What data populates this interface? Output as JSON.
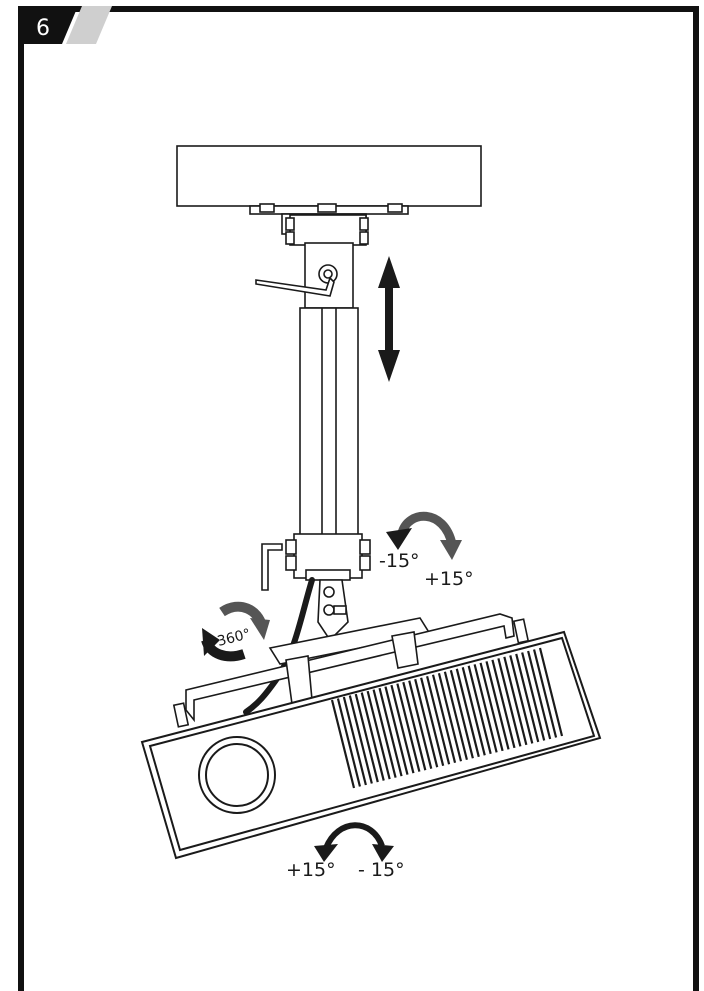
{
  "page": {
    "step_number": "6"
  },
  "labels": {
    "tilt_minus": "-15°",
    "tilt_plus": "+15°",
    "rotate_360": "360°",
    "swivel_plus": "+15°",
    "swivel_minus": "- 15°"
  },
  "colors": {
    "frame": "#111111",
    "tab_light": "#cfcfcf",
    "line": "#1a1a1a",
    "arrow_dark": "#1a1a1a",
    "arrow_grey": "#555555"
  },
  "icons": [
    "height-adjust-arrow-icon",
    "tilt-arrow-icon",
    "rotate-360-arrow-icon",
    "swivel-arrow-icon",
    "hex-key-icon"
  ]
}
